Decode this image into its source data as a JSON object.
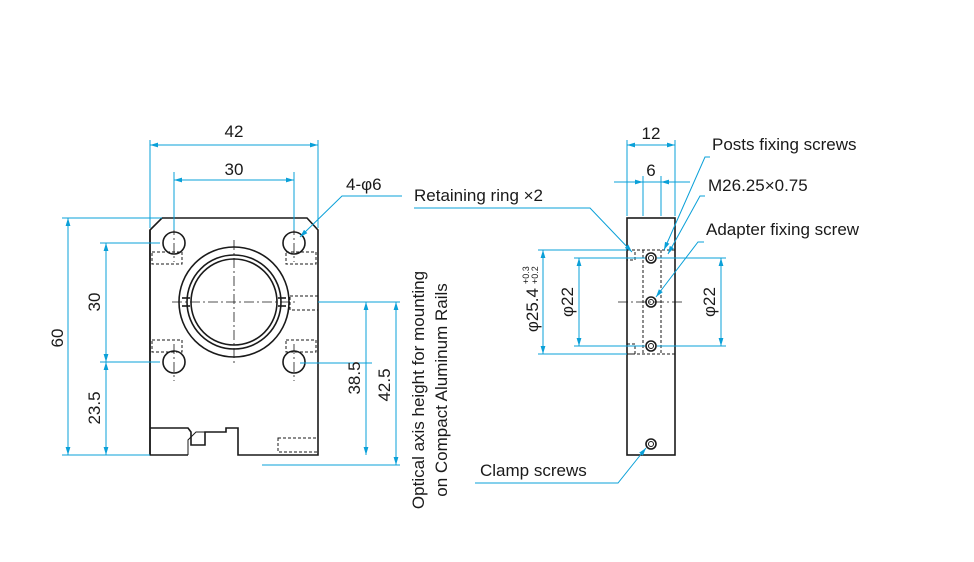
{
  "front_view": {
    "dim_width_total": "42",
    "dim_hole_pitch_h": "30",
    "dim_hole_callout": "4-φ6",
    "dim_height_total": "60",
    "dim_hole_pitch_v": "30",
    "dim_hole_base": "23.5",
    "dim_axis_38": "38.5",
    "dim_axis_42": "42.5",
    "note_line1": "Optical axis height for mounting",
    "note_line2": "on Compact Aluminum Rails"
  },
  "side_view": {
    "dim_thickness": "12",
    "dim_inner": "6",
    "dim_bore": "φ25.4",
    "dim_bore_tol_upper": "+0.3",
    "dim_bore_tol_lower": "+0.2",
    "dim_dia_left": "φ22",
    "dim_dia_right": "φ22"
  },
  "callouts": {
    "posts_fixing_screws": "Posts fixing screws",
    "thread": "M26.25×0.75",
    "retaining_ring": "Retaining ring ×2",
    "adapter_fixing_screw": "Adapter fixing screw",
    "clamp_screws": "Clamp screws"
  },
  "colors": {
    "dimension_lines": "#0aa0d8",
    "part_lines": "#1a1a1a"
  }
}
